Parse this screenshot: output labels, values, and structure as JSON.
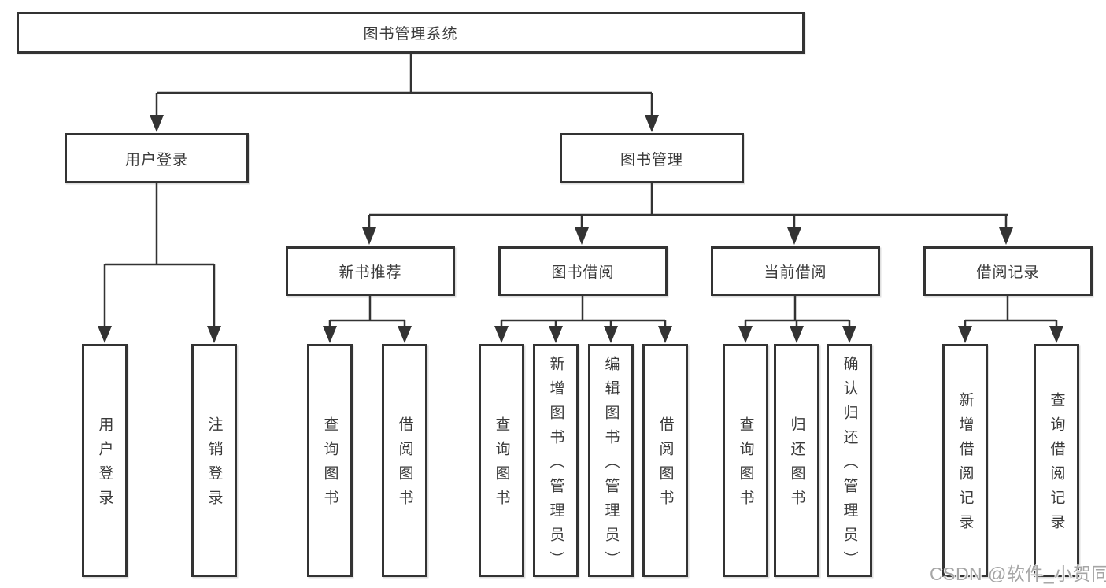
{
  "colors": {
    "line": "#333333",
    "text": "#3a3a3a",
    "box_fill": "#ffffff",
    "background": "#ffffff",
    "watermark": "#a6a6a6"
  },
  "tree": {
    "root": {
      "label": "图书管理系统"
    },
    "branches": [
      {
        "label": "用户登录",
        "children": [
          {
            "label": "用户登录"
          },
          {
            "label": "注销登录"
          }
        ]
      },
      {
        "label": "图书管理",
        "children": [
          {
            "label": "新书推荐",
            "children": [
              {
                "label": "查询图书"
              },
              {
                "label": "借阅图书"
              }
            ]
          },
          {
            "label": "图书借阅",
            "children": [
              {
                "label": "查询图书"
              },
              {
                "label": "新增图书（管理员）"
              },
              {
                "label": "编辑图书（管理员）"
              },
              {
                "label": "借阅图书"
              }
            ]
          },
          {
            "label": "当前借阅",
            "children": [
              {
                "label": "查询图书"
              },
              {
                "label": "归还图书"
              },
              {
                "label": "确认归还（管理员）"
              }
            ]
          },
          {
            "label": "借阅记录",
            "children": [
              {
                "label": "新增借阅记录"
              },
              {
                "label": "查询借阅记录"
              }
            ]
          }
        ]
      }
    ]
  },
  "watermark": {
    "text": "CSDN @软件_小贺同学"
  }
}
